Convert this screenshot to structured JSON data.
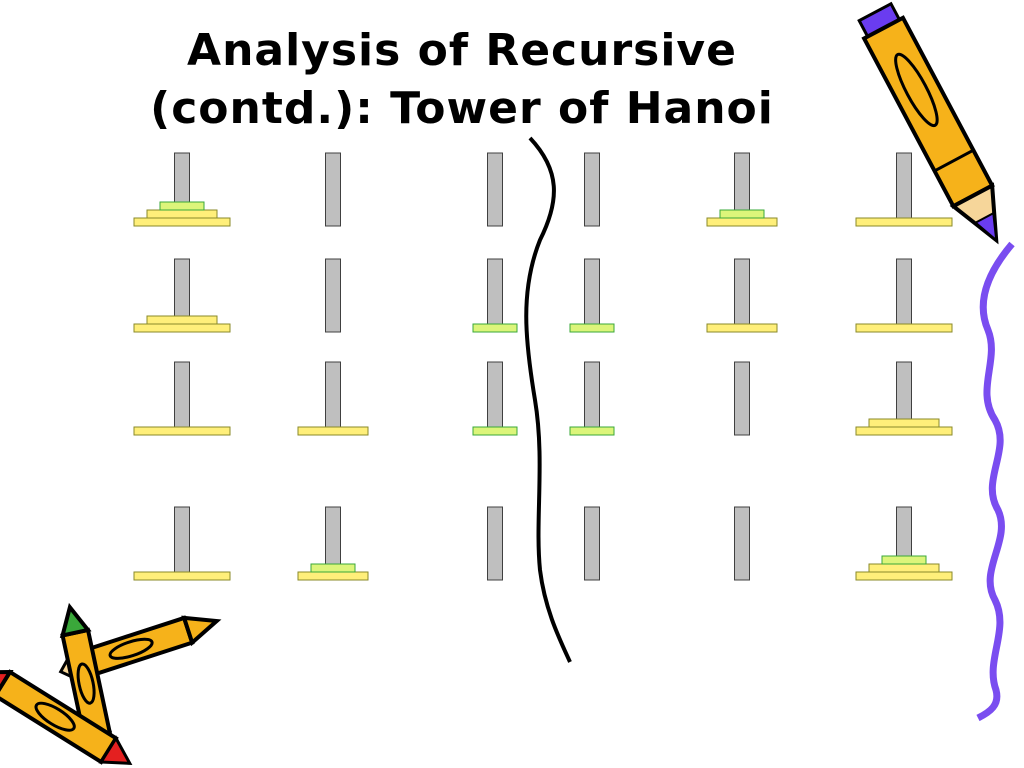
{
  "slide": {
    "title_line1": "Analysis of Recursive",
    "title_line2": "(contd.): Tower of Hanoi"
  },
  "colors": {
    "peg": "#bfbfbf",
    "large_disk": "#ffef7a",
    "small_disk": "#dcf57a",
    "divider": "#000000",
    "wavy_border": "#7a4df0"
  },
  "clipart": {
    "top_right": "pencil-icon",
    "bottom_left": "crayons-icon",
    "right_edge": "wavy-border"
  },
  "diagram": {
    "disk_sizes": {
      "large": 3,
      "medium": 2,
      "small": 1
    },
    "rows": [
      {
        "left": [
          [
            "large",
            "medium",
            "small"
          ],
          [],
          []
        ],
        "right": [
          [],
          [
            "medium",
            "small"
          ],
          [
            "large"
          ]
        ]
      },
      {
        "left": [
          [
            "large",
            "medium"
          ],
          [],
          [
            "small"
          ]
        ],
        "right": [
          [
            "small"
          ],
          [
            "medium"
          ],
          [
            "large"
          ]
        ]
      },
      {
        "left": [
          [
            "large"
          ],
          [
            "medium"
          ],
          [
            "small"
          ]
        ],
        "right": [
          [
            "small"
          ],
          [],
          [
            "large",
            "medium"
          ]
        ]
      },
      {
        "left": [
          [
            "large"
          ],
          [
            "medium",
            "small"
          ],
          []
        ],
        "right": [
          [],
          [],
          [
            "large",
            "medium",
            "small"
          ]
        ]
      }
    ]
  }
}
